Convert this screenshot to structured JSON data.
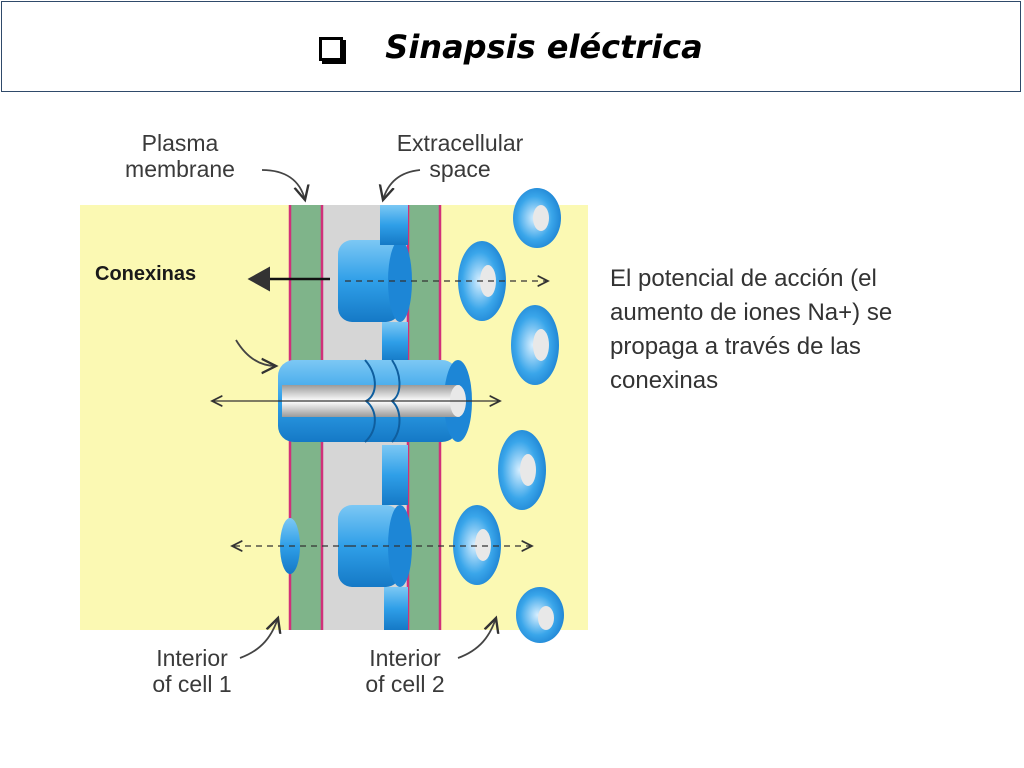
{
  "slide": {
    "title": "Sinapsis  eléctrica",
    "bullet_icon": "checkbox-bullet-icon"
  },
  "diagram": {
    "labels": {
      "plasma_membrane_1": "Plasma",
      "plasma_membrane_2": "membrane",
      "extracellular_1": "Extracellular",
      "extracellular_2": "space",
      "conexinas": "Conexinas",
      "interior1_1": "Interior",
      "interior1_2": "of cell 1",
      "interior2_1": "Interior",
      "interior2_2": "of cell 2"
    },
    "colors": {
      "cytoplasm": "#fbf9b3",
      "membrane": "#7fb48a",
      "membrane_edge": "#d0317a",
      "extracellular": "#d6d6d6",
      "connexon": "#2f9fe8",
      "arrow": "#333333"
    }
  },
  "description": {
    "lines": [
      "El potencial de acción (el",
      "aumento de iones Na+) se",
      "propaga a través de las",
      "conexinas"
    ]
  }
}
